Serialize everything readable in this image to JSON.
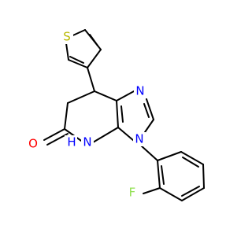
{
  "molecule": {
    "atoms": {
      "sulfur": "S",
      "imine_nitrogen": "N",
      "aryl_nitrogen": "N",
      "amide_nitrogen": "N",
      "amide_hydrogen": "H",
      "oxygen": "O",
      "fluorine": "F"
    },
    "colors": {
      "bond": "#000000",
      "sulfur": "#b8b800",
      "nitrogen": "#0000ff",
      "oxygen": "#ff0000",
      "fluorine": "#90e050",
      "background": "#ffffff"
    }
  }
}
